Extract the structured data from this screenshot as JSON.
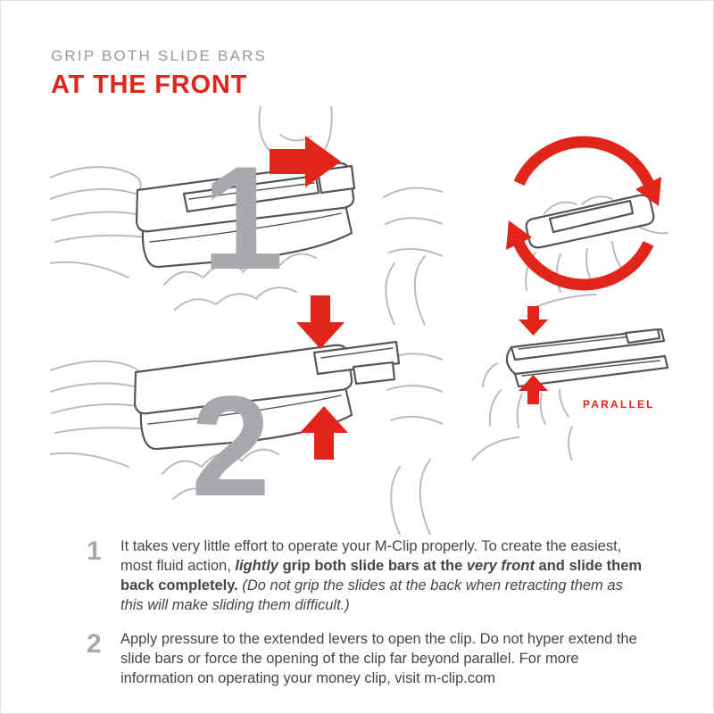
{
  "colors": {
    "accent": "#E1251B",
    "number_gray": "#A7A9AC",
    "line_gray": "#B9BBBE",
    "clip_gray": "#54565A",
    "text": "#454548"
  },
  "header": {
    "eyebrow": "GRIP BOTH SLIDE BARS",
    "title": "AT THE FRONT"
  },
  "figures": {
    "step1_badge": "1",
    "step2_badge": "2",
    "parallel_label": "PARALLEL",
    "icons": {
      "slide_direction": "right-arrow",
      "flip": "circular-rotation-arrows",
      "press_top": "down-arrow",
      "press_bottom": "up-arrow"
    }
  },
  "steps": {
    "step1": {
      "number": "1",
      "p1": "It takes very little effort to operate your M-Clip properly. To create the easiest, most fluid action, ",
      "p2": "lightly",
      "p3": " grip both slide bars at the ",
      "p4": "very front",
      "p5": " and slide them back completely. ",
      "p6": "(Do not grip the slides at the back when retracting them as this will make sliding them difficult.)"
    },
    "step2": {
      "number": "2",
      "text": "Apply pressure to the extended levers to open the clip. Do not hyper extend the slide bars or force the opening of the clip far beyond parallel. For more information on operating your money clip, visit m-clip.com"
    }
  }
}
